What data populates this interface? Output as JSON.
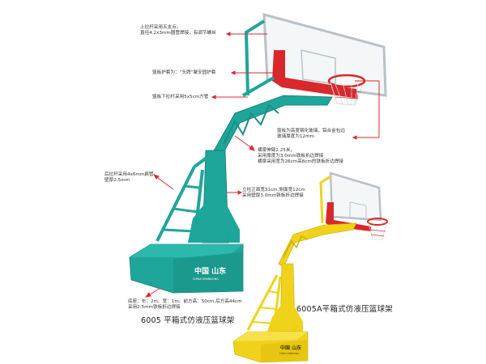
{
  "colors": {
    "teal": "#1fa69a",
    "teal_dark": "#137a70",
    "yellow": "#f0d21a",
    "yellow_dark": "#c4a800",
    "red_pad": "#d8282c",
    "arrow": "#e0282c",
    "glass_frame": "#b9c2c8",
    "text": "#333333"
  },
  "annotations": {
    "upper_arm": [
      "上拉杆采用五支点，",
      "直径4.2x3mm圆管焊接，有调节螺丝"
    ],
    "pad": [
      "篮板护套为：“头牌”聚安园护套"
    ],
    "lower_arm": [
      "篮板下拉杆采用5x5cm方管"
    ],
    "backboard": [
      "篮板为高度钢化玻璃，铝合金包边",
      "玻璃厚度为12mm"
    ],
    "beam": [
      "横梁伸臂2.25米，",
      "采用厚度为3.0mm铁板折边焊接",
      "横梁采用宽为26cm高8cm的铁板折边焊接"
    ],
    "rear_rod": [
      "后拉杆采用4x6mm扁管",
      "壁厚2.5mm"
    ],
    "column": [
      "立柱正面宽31cm,侧面宽12cm",
      "采用壁厚3.0mm铁板折边焊接"
    ],
    "base": [
      "底座：长：2m、宽：1m、前方高：50cm,后方高44cm",
      "采用2.5mm铁板折边焊接"
    ]
  },
  "products": [
    {
      "model_title": "6005 平箱式仿液压篮球架",
      "color": "teal",
      "logo_cn": "中国 山东",
      "logo_en": "CHINA SHANDONG"
    },
    {
      "model_title": "6005A平箱式仿液压篮球架",
      "color": "yellow",
      "logo_cn": "中国 山东",
      "logo_en": "CHINA SHANDONG"
    }
  ]
}
